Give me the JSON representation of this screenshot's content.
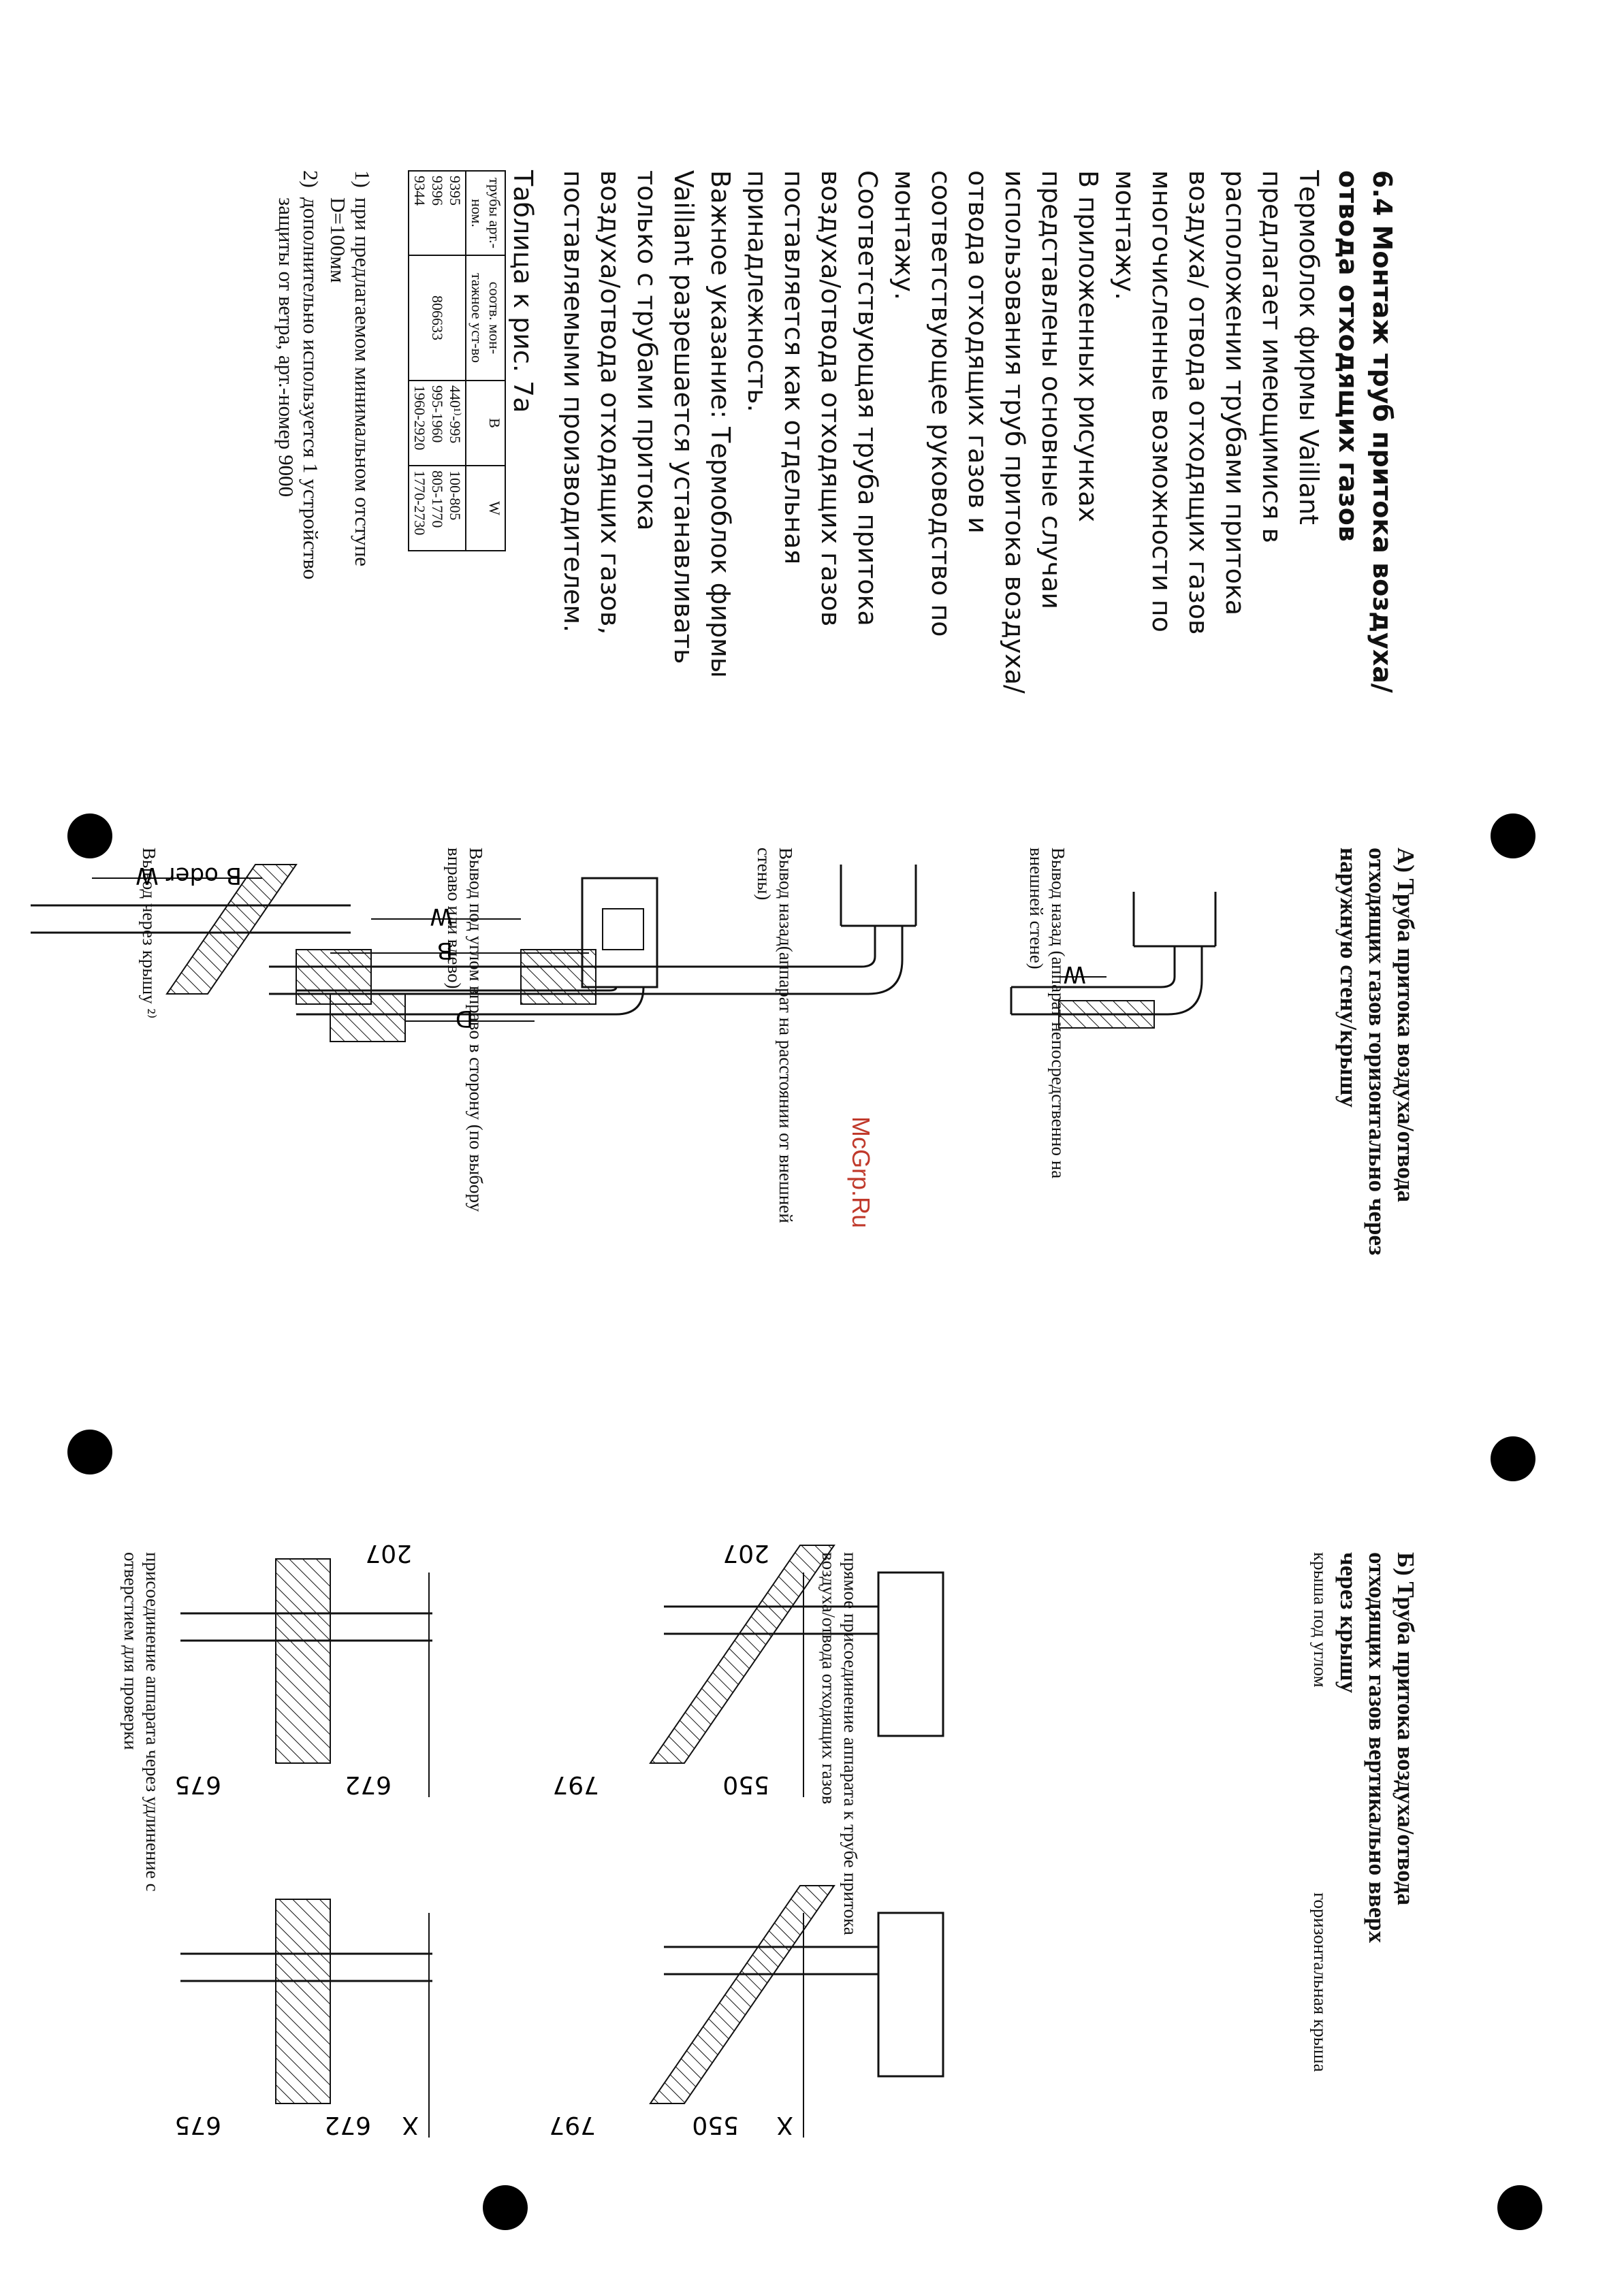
{
  "left": {
    "heading_lines": [
      "6.4 Монтаж труб притока воздуха/",
      "отвода отходящих газов"
    ],
    "body_lines": [
      "Термоблок фирмы Vaillant",
      "предлагает имеющимися в",
      "расположении трубами притока",
      "воздуха/ отвода отходящих газов",
      "многочисленные возможности по",
      "монтажу.",
      "В приложенных рисунках",
      "представлены основные случаи",
      "использования труб притока воздуха/",
      "отвода отходящих газов и",
      "соответствующее руководство по",
      "монтажу.",
      "Соответствующая труба притока",
      "воздуха/отвода отходящих газов",
      "поставляется как отдельная",
      "принадлежность.",
      "Важное указание: Термоблок фирмы",
      "Vaillant разрешается устанавливать",
      "только с трубами притока",
      "воздуха/отвода отходящих газов,",
      "поставляемыми производителем."
    ],
    "table_title": "Таблица к рис. 7a",
    "table": {
      "headers": [
        "трубы арт.- ном.",
        "соотв. мон-тажное уст-во",
        "B",
        "W"
      ],
      "col1": [
        "9395",
        "9396",
        "9344"
      ],
      "col2": "806633",
      "col3": [
        "440¹⁾-995",
        "995-1960",
        "1960-2920"
      ],
      "col4": [
        "100-805",
        "805-1770",
        "1770-2730"
      ]
    },
    "footnotes": [
      {
        "num": "1)",
        "lines": [
          "при предлагаемом минимальном отступе",
          "D=100мм"
        ]
      },
      {
        "num": "2)",
        "lines": [
          "дополнительно используется 1 устройство",
          "защиты от ветра, арт.-номер 9000"
        ]
      }
    ]
  },
  "section_a": {
    "title_lines": [
      "А) Труба притока воздуха/отвода",
      "отходящих газов горизонтально через",
      "наружную стену/крышу"
    ],
    "captions": [
      [
        "Вывод назад (аппарат непосредственно на",
        "внешней стене)"
      ],
      [
        "Вывод назад(аппарат на расстоянии от внешней",
        "стены)"
      ],
      [
        "Вывод под углом вправо в сторону (по выбору",
        "вправо или влево)"
      ],
      [
        "Вывод через крышу ²⁾"
      ]
    ],
    "dim_labels": {
      "w": "W",
      "d": "D",
      "b": "B",
      "b_or_w": "B oder W"
    }
  },
  "section_b": {
    "title_lines": [
      "Б) Труба притока воздуха/отвода",
      "отходящих газов вертикально вверх",
      "через крышу"
    ],
    "roof_labels": {
      "angled": "крыша под углом",
      "horizontal": "горизонтальная крыша"
    },
    "caption_direct": [
      "прямое присоединение аппарата к трубе притока",
      "воздуха/отвода отходящих газов"
    ],
    "caption_extension": [
      "присоединение аппарата через удлинение с",
      "отверстием для проверки"
    ],
    "dims_top_angled": [
      "207",
      "550",
      "797"
    ],
    "dims_top_flat": [
      "207",
      "672",
      "675"
    ],
    "dims_bottom_angled": [
      "X",
      "550",
      "797"
    ],
    "dims_bottom_flat": [
      "X",
      "672",
      "675"
    ]
  },
  "watermark": "McGrp.Ru"
}
